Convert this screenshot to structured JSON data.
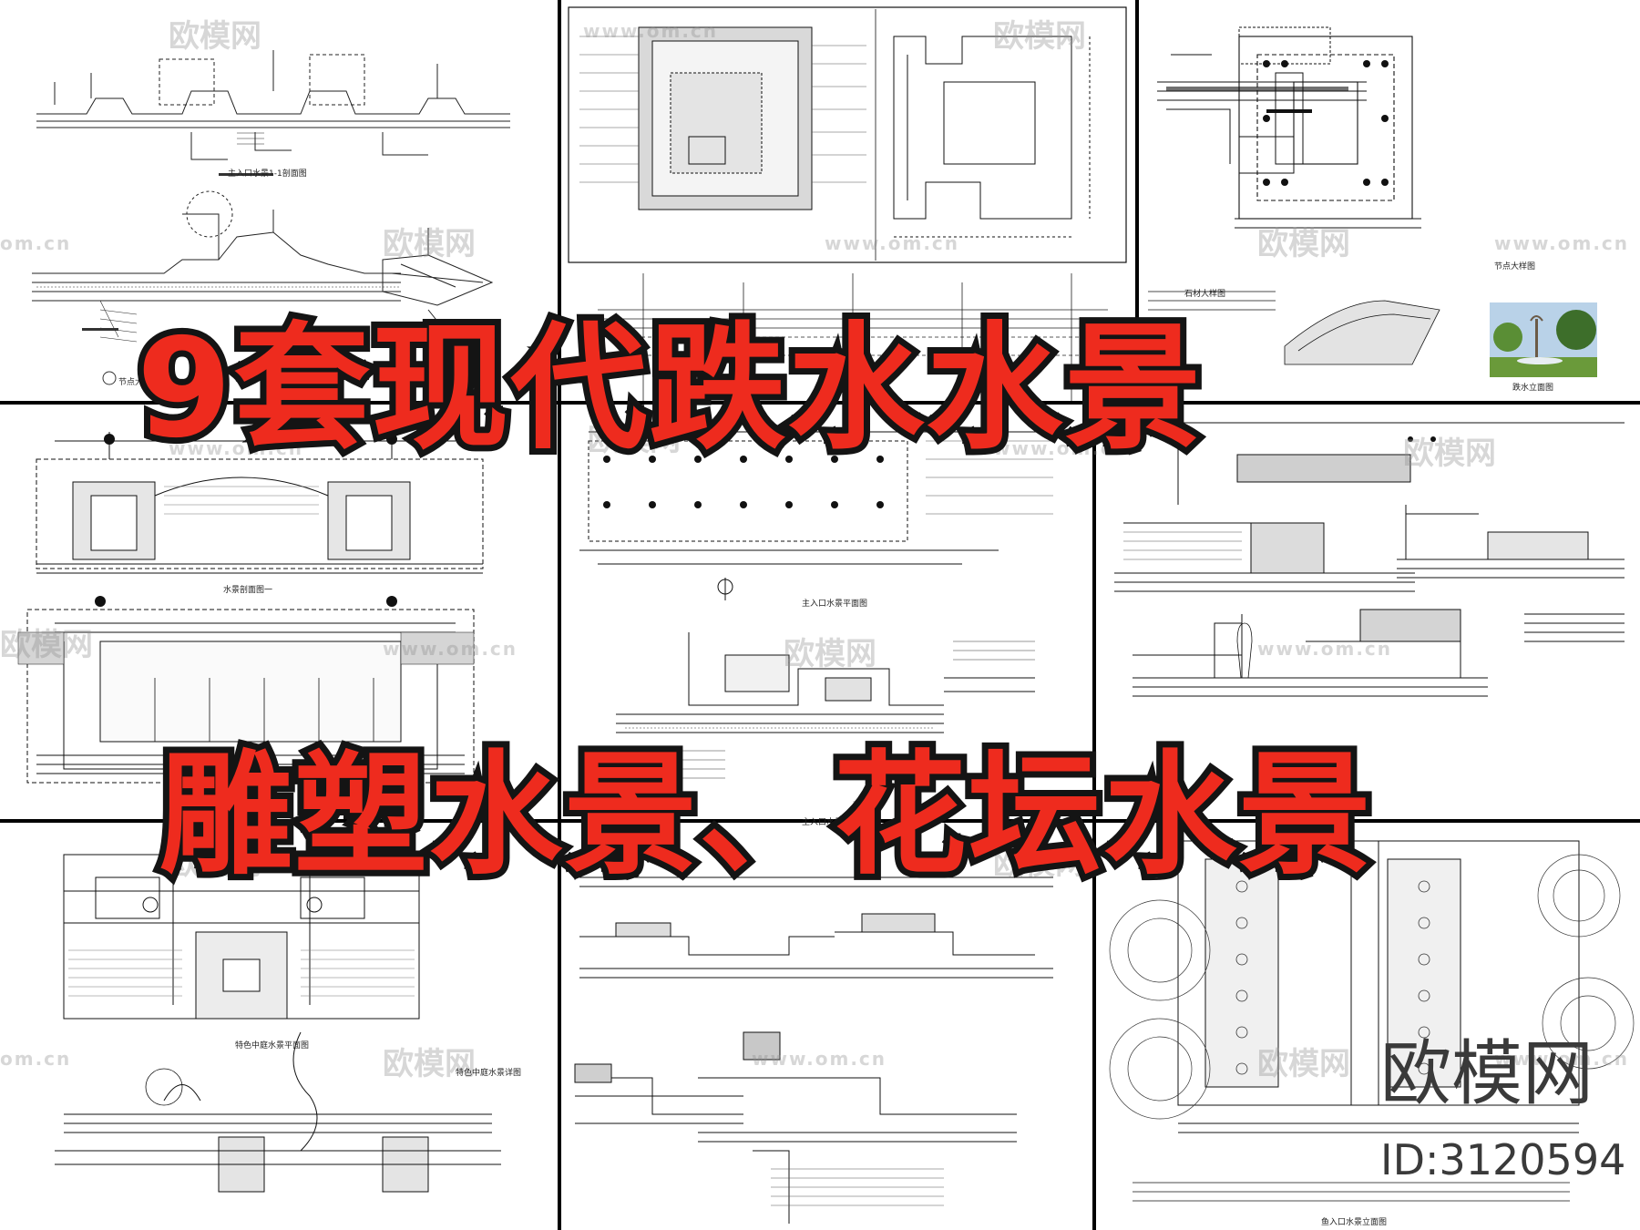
{
  "headline": {
    "line1": "9套现代跌水水景",
    "line2": "雕塑水景、花坛水景",
    "fill_color": "#ee2b1e",
    "outline_color": "#141414"
  },
  "watermark": {
    "brand": "欧模网",
    "url": "www.om.cn",
    "domain_fragment": "om.cn"
  },
  "corner_stamp": {
    "logo_text": "欧模网",
    "id_text": "ID:3120594"
  },
  "drawing_captions": [
    "主入口水景1-1剖面图",
    "节点大样图",
    "水景剖面图一",
    "特色中庭水景平面图",
    "特色中庭水景详图",
    "主入口水景平面图",
    "主入口水景剖面图",
    "鱼入口水景立面图",
    "石材大样图",
    "节点大样图",
    "跌水立面图"
  ]
}
